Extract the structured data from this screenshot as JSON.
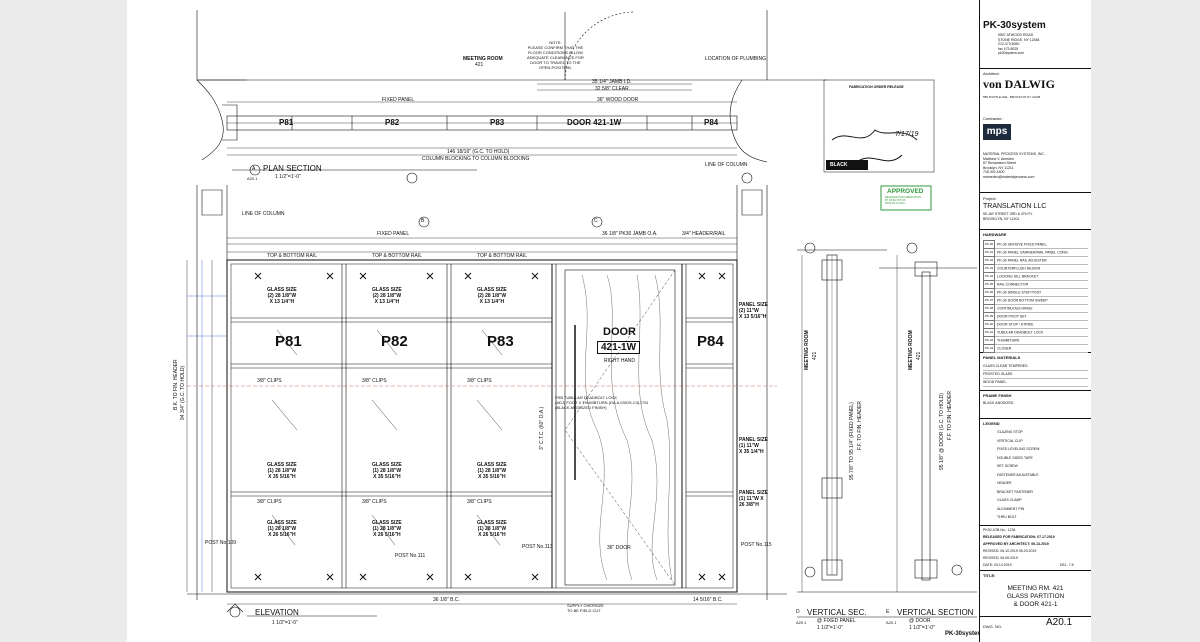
{
  "plan": {
    "note": [
      "NOTE:",
      "PLEASE CONFIRM THAT THE",
      "FLOOR CONDITIONS ALLOW",
      "ADEQUATE CLEARANCE FOR",
      "DOOR TO TRAVEL TO THE",
      "OPEN POSITION."
    ],
    "room": "MEETING ROOM",
    "room_no": "421",
    "plumbing": "LOCATION OF PLUMBING",
    "jamb_dim": "35 1/4\" JAMB I.D.",
    "clear_dim": "32 5/8\" CLEAR",
    "wood_door": "36\" WOOD DOOR",
    "panels": [
      "P81",
      "P82",
      "P83",
      "DOOR 421-1W",
      "P84"
    ],
    "fixed_panel": "FIXED PANEL",
    "overall_dim": "146 18/16\" (G.C. TO HOLD)",
    "blocking": "COLUMN BLOCKING TO COLUMN BLOCKING",
    "line_of_column": "LINE OF COLUMN",
    "title": "PLAN  SECTION",
    "scale": "1 1/2\"=1'-0\"",
    "tag": "A",
    "sheet_ref": "A20.1"
  },
  "elevation": {
    "panels": [
      "P81",
      "P82",
      "P83",
      "P84"
    ],
    "door": {
      "label": "DOOR",
      "no": "421-1W",
      "hand": "RIGHT HAND"
    },
    "glass_upper": [
      "GLASS SIZE",
      "(2) 28 1/8\"W",
      "X 13 1/4\"H"
    ],
    "glass_mid": [
      "GLASS SIZE",
      "(1) 28 1/8\"W",
      "X 35 5/16\"H"
    ],
    "glass_low": [
      "GLASS SIZE",
      "(1) 28 1/8\"W",
      "X 26 5/16\"H"
    ],
    "panel_sizes": [
      [
        "PANEL SIZE",
        "(2) 11\"W",
        "X 13 5/16\"H"
      ],
      [
        "PANEL SIZE",
        "(1) 11\"W",
        "X 35 1/4\"H"
      ],
      [
        "PANEL SIZE",
        "(1) 11\"W X",
        "26 3/8\"H"
      ]
    ],
    "top_bottom_rail": "TOP & BOTTOM RAIL",
    "header_rail": "3/4\" HEADER/RAIL",
    "clips": "3/8\" CLIPS",
    "lock_note": [
      "PSB TUBULAR DEADBOLT LOCK",
      "(ADJ) FOOT X THUMBTURN (DA-6-03/DS-C3)-TS4",
      "(BLACK ANODIZED FINISH)"
    ],
    "posts": [
      "POST No.109",
      "POST No.111",
      "POST No.113",
      "POST No.115"
    ],
    "door_width": "36\" DOOR",
    "ctc": "3\" C.T.C. (60\" O.A.)",
    "title": "ELEVATION",
    "scale": "1 1/2\"=1'-0\"",
    "fixed_panel": "FIXED PANEL",
    "jamb": "36 1/8\" PK30 JAMB O.A.",
    "supply": [
      "SUPPLY OVERSIZE",
      "TO BE FIELD CUT"
    ],
    "tags": [
      "B",
      "C"
    ],
    "dims_bottom": [
      "36 1/8\" B.C.",
      "14 5/16\" B.C."
    ],
    "side_dims": [
      "94 3/4\" (G.C. TO HOLD)",
      "B.K. TO FIN. HEADER"
    ]
  },
  "vertical_sec": {
    "title": "VERTICAL SEC.",
    "sub": "@ FIXED PANEL",
    "scale": "1 1/2\"=1'-0\"",
    "room": "MEETING ROOM",
    "room_no": "421",
    "tag": "D",
    "ref": "A20.1",
    "dims": [
      "95 7/8\" TO 95 1/4\" (FIXED PANEL)",
      "F.F. TO FIN. HEADER"
    ]
  },
  "vertical_section": {
    "title": "VERTICAL SECTION",
    "sub": "@ DOOR",
    "scale": "1 1/2\"=1'-0\"",
    "room": "MEETING ROOM",
    "room_no": "421",
    "tag": "E",
    "ref": "A20.1",
    "dims": [
      "95 1/8\" @ DOOR (G.C. TO HOLD)",
      "F.F. TO FIN. HEADER"
    ]
  },
  "approval": {
    "heading": "FABRICATION ORDER RELEASE",
    "stamp_text": "APPROVED",
    "stamp_sub": [
      "RECEIVED FOR FABRICATION",
      "BY ROSA HOYOS",
      "DATE 06.17.2019"
    ],
    "date": "7/17/19",
    "color_chip": "BLACK"
  },
  "titleblock": {
    "company": "PK-30system",
    "address": [
      "9507 ATWOOD ROAD",
      "STONE RIDGE, NY 12484",
      "212.473.8050",
      "fax 473.8025",
      "pk30system.com"
    ],
    "architect_label": "Architect:",
    "architect": "von DALWIG",
    "architect_addr": "585 MYRTLE AVE., BROOKLYN NY 11205",
    "contractor_label": "Contractor:",
    "contractor_logo": "mps",
    "contractor": [
      "MATERIAL PROCESS SYSTEMS, INC.",
      "Matthew V. Amedeo",
      "87 Richardson Street",
      "Brooklyn, NY 11211",
      "718.302.4400",
      "mamedeo@materialprocess.com"
    ],
    "project_label": "Project:",
    "project": "TRANSLATION LLC",
    "project_addr": [
      "55 JAY STREET 3RD & 4TH FL",
      "BROOKLYN, NY 11201"
    ],
    "hardware_label": "HARDWARE",
    "hardware": [
      [
        "PK-30",
        "PK-30 GROOVE FIXED PANEL"
      ],
      [
        "PK-31",
        "PK-30 PANEL CARRIER/RAIL PANEL CONN."
      ],
      [
        "PK-32",
        "PK-30 PANEL RAIL ADJUSTER"
      ],
      [
        "PK-33",
        "COUNTERFLUSH DESIGN"
      ],
      [
        "PK-34",
        "LOCKING SILL BRACKET"
      ],
      [
        "PK-35",
        "RAIL CONNECTOR"
      ],
      [
        "PK-36",
        "PK-30 SINGLE STEP POST"
      ],
      [
        "PK-37",
        "PK-30 DOOR BOTTOM SWEEP"
      ],
      [
        "PK-38",
        "CONTINUOUS HINGE"
      ],
      [
        "PK-39",
        "DOOR PIVOT SET"
      ],
      [
        "PK-40",
        "DOOR STOP / STRIKE"
      ],
      [
        "PK-41",
        "TUBULAR DEADBOLT LOCK"
      ],
      [
        "PK-42",
        "THUMBTURN"
      ],
      [
        "PK-43",
        "CLOSER"
      ]
    ],
    "panel_materials_label": "PANEL MATERIALS",
    "panel_materials": [
      "GLASS CLEAR TEMPERED",
      "FROSTED GLASS",
      "WOOD PANEL"
    ],
    "frame_finish_label": "FRAME FINISH",
    "frame_finish": "BLACK ANODIZED",
    "legend_label": "LEGEND",
    "legend": [
      "GLAZING STOP",
      "VERTICAL CLIP",
      "FIXED LEVELING SCREW",
      "DOUBLE SIDED TAPE",
      "SET SCREW",
      "FASTENER ADJUSTABLE",
      "HEADER",
      "BRACKET FASTENER",
      "GLASS CLAMP",
      "ALIGNMENT PIN",
      "THRU BOLT"
    ],
    "job_no": "PK30 JOB No.: 1234",
    "released": "RELEASED FOR FABRICATION: 07.17.2019",
    "approved": "APPROVED BY ARCHITECT: 06.13.2019",
    "revised": [
      "REVISED:  06.10.2019   05.29.2019",
      "REVISED:  06.06.2019"
    ],
    "date": "DATE:  03.14.2019",
    "del": "DEL. 7.5",
    "title_label": "TITLE:",
    "title": [
      "MEETING RM. 421",
      "GLASS PARTITION",
      "& DOOR 421-1"
    ],
    "dwg_label": "DWG. NO.",
    "dwg_no": "A20.1"
  },
  "footer_logo": "PK-30system"
}
